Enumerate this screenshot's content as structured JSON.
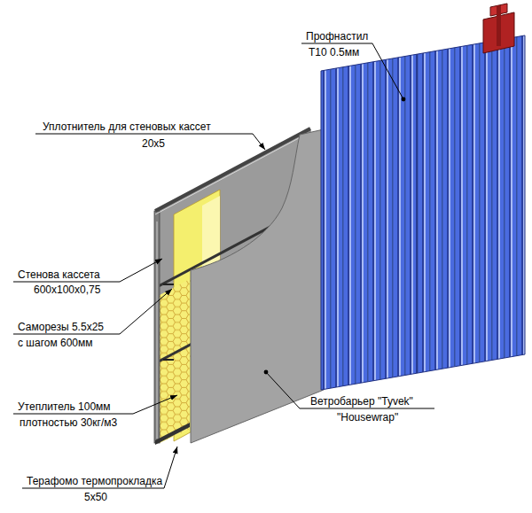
{
  "diagram": {
    "labels": [
      "Уплотнитель для стеновых кассет",
      "20x5",
      "Профнастил",
      "Т10 0.5мм",
      "Стенова кассета",
      "600x100x0,75",
      "Саморезы 5.5x25",
      "с шагом 600мм",
      "Утеплитель 100мм",
      "плотностью 30кг/м3",
      "Ветробарьер \"Tyvek\"",
      "\"Housewrap\"",
      "Терафомо термопрокладка",
      "5x50"
    ]
  }
}
